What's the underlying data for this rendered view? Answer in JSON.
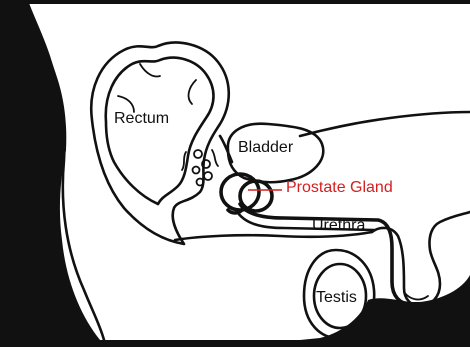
{
  "labels": {
    "rectum": "Rectum",
    "bladder": "Bladder",
    "prostate": "Prostate Gland",
    "urethra": "Urethra",
    "testis": "Testis"
  },
  "colors": {
    "ink": "#111111",
    "accent": "#d42020",
    "background": "#ffffff"
  }
}
